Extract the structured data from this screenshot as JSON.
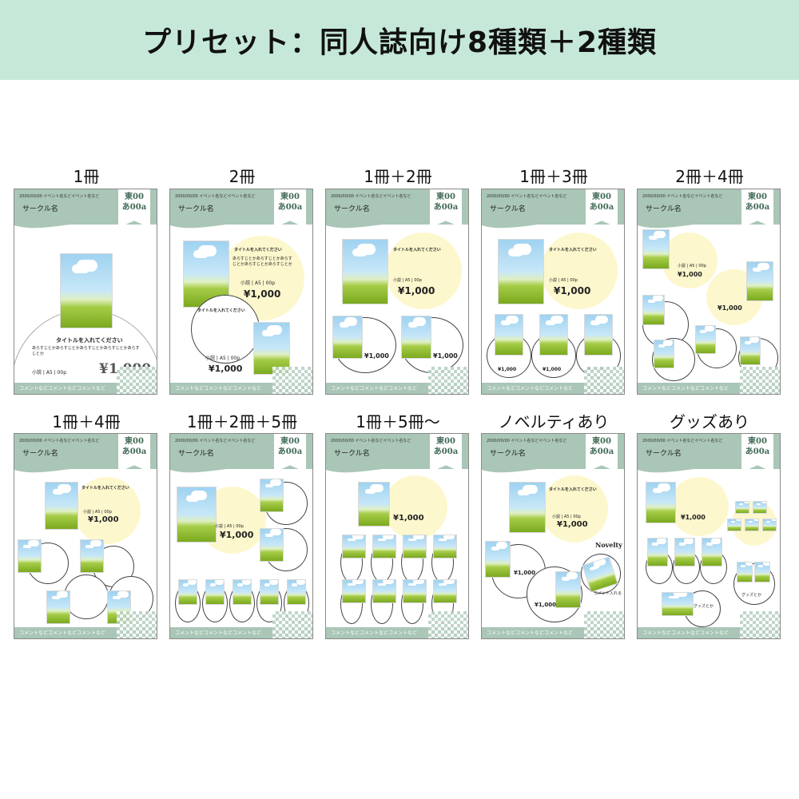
{
  "title": "プリセット：同人誌向け8種類＋2種類",
  "labels": [
    "1冊",
    "2冊",
    "1冊＋2冊",
    "1冊＋3冊",
    "2冊＋4冊",
    "1冊＋4冊",
    "1冊＋2冊＋5冊",
    "1冊＋5冊〜",
    "ノベルティあり",
    "グッズあり"
  ],
  "card": {
    "date": "2000/00/00 イベント名などイベント名など",
    "circle": "サークル名",
    "flag1": "東00",
    "flag2": "あ00a",
    "comment": "コメントなどコメントなどコメントなど",
    "title": "タイトルを入れてください",
    "body": "あらすじとかあらすじとかあらすじとかあらすじとかあらすじとか",
    "spec": "小説 | A5 | 00p",
    "price": "¥1,000",
    "price_big": "¥1,000",
    "novelty": "Novelty",
    "novelty_label": "コメント入れる",
    "goods": "グッズとか"
  },
  "colors": {
    "header_bg": "#c6e8d9",
    "accent": "#a9c6b6",
    "cream": "#fdf7cd"
  }
}
